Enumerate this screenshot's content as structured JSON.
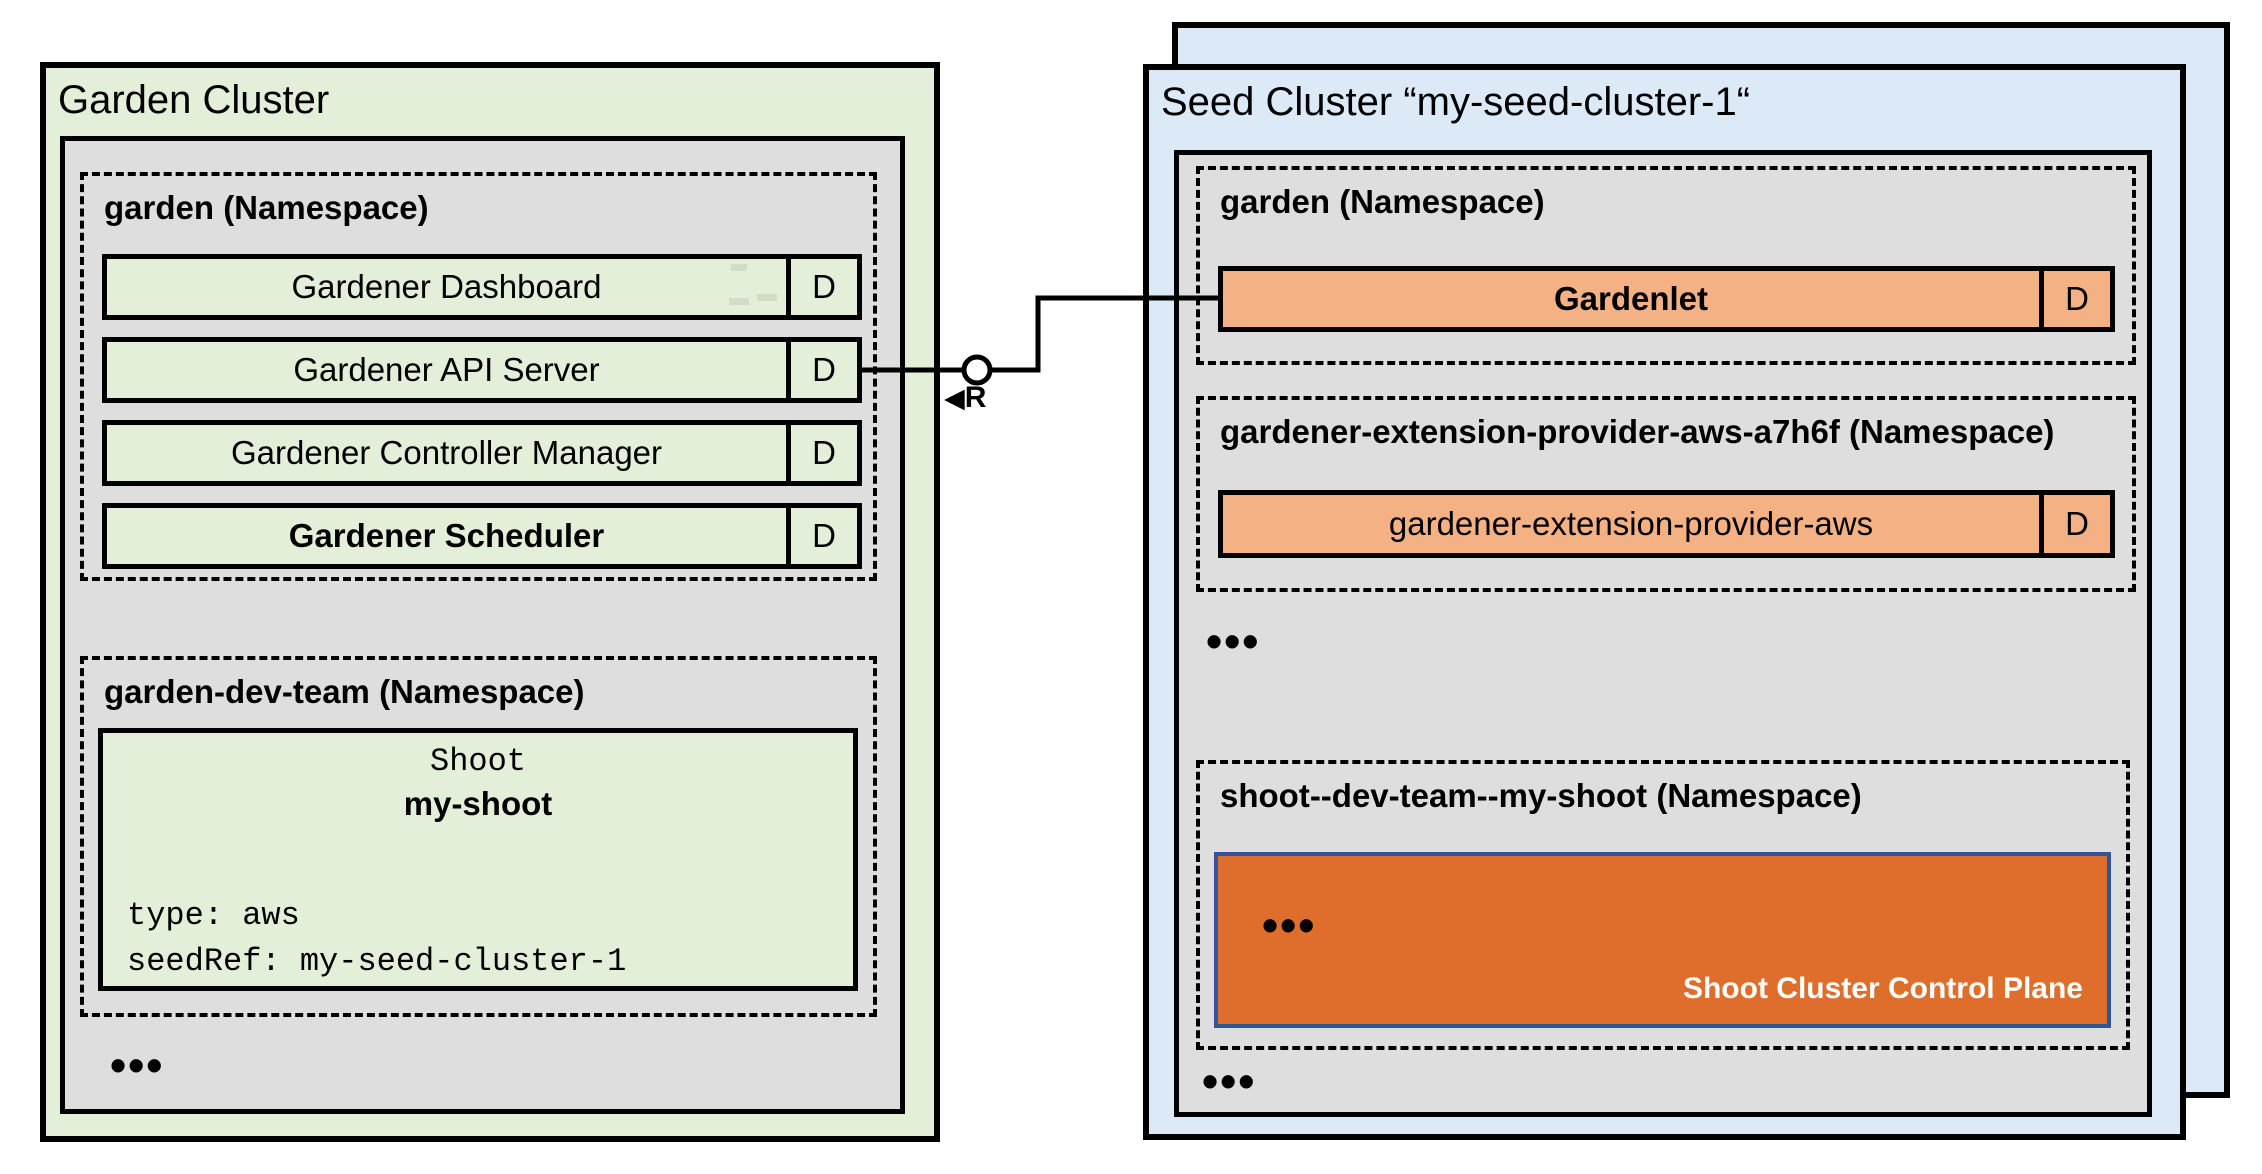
{
  "colors": {
    "light_green": "#e3efd9",
    "light_gray": "#dedede",
    "light_blue": "#dce9f6",
    "light_orange": "#f4b183",
    "dark_orange": "#df6e2c",
    "control_plane_border": "#2f5597",
    "line_black": "#000000"
  },
  "garden_cluster": {
    "title": "Garden Cluster",
    "ellipsis": "•••",
    "namespaces": [
      {
        "title": "garden (Namespace)",
        "components": [
          {
            "label": "Gardener Dashboard",
            "badge": "D"
          },
          {
            "label": "Gardener API Server",
            "badge": "D"
          },
          {
            "label": "Gardener Controller Manager",
            "badge": "D"
          },
          {
            "label": "Gardener Scheduler",
            "badge": "D"
          }
        ]
      },
      {
        "title": "garden-dev-team (Namespace)",
        "shoot_resource": {
          "kind": "Shoot",
          "name": "my-shoot",
          "spec": [
            "type: aws",
            "seedRef: my-seed-cluster-1"
          ]
        }
      }
    ]
  },
  "connector": {
    "relationship_label": "R",
    "arrow_glyph": "◀"
  },
  "seed_cluster": {
    "title": "Seed Cluster “my-seed-cluster-1“",
    "ellipsis_middle": "•••",
    "ellipsis_bottom": "•••",
    "namespaces": [
      {
        "title": "garden (Namespace)",
        "components": [
          {
            "label": "Gardenlet",
            "badge": "D"
          }
        ]
      },
      {
        "title": "gardener-extension-provider-aws-a7h6f (Namespace)",
        "components": [
          {
            "label": "gardener-extension-provider-aws",
            "badge": "D"
          }
        ]
      },
      {
        "title": "shoot--dev-team--my-shoot (Namespace)",
        "control_plane": {
          "label": "Shoot Cluster Control Plane",
          "ellipsis": "•••"
        }
      }
    ]
  }
}
